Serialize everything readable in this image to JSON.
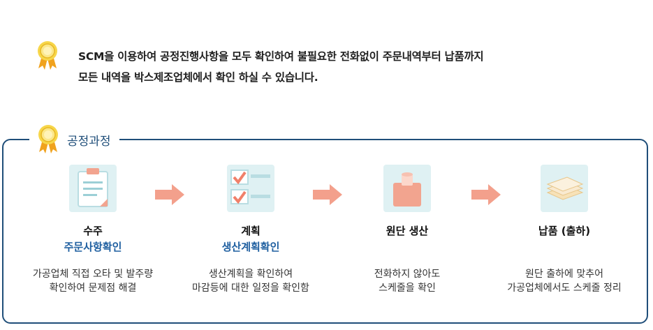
{
  "intro": {
    "line1": "SCM을 이용하여 공정진행사항을 모두 확인하여 불필요한 전화없이 주문내역부터  납품까지",
    "line2": "모든 내역을 박스제조업체에서 확인 하실 수 있습니다."
  },
  "section": {
    "title": "공정과정"
  },
  "steps": [
    {
      "title": "수주",
      "subtitle": "주문사항확인",
      "desc1": "가공업체 직접 오타 및 발주량",
      "desc2": "확인하여 문제점 해결",
      "icon": "clipboard-icon"
    },
    {
      "title": "계획",
      "subtitle": "생산계획확인",
      "desc1": "생산계획을 확인하여",
      "desc2": "마감등에 대한 일정을 확인함",
      "icon": "checklist-icon"
    },
    {
      "title": "원단 생산",
      "subtitle": "",
      "desc1": "전화하지 않아도",
      "desc2": "스케줄을 확인",
      "icon": "roll-icon"
    },
    {
      "title": "납품 (출하)",
      "subtitle": "",
      "desc1": "원단 출하에 맞추어",
      "desc2": "가공업체에서도 스케줄 정리",
      "icon": "stacked-sheets-icon"
    }
  ],
  "colors": {
    "frame": "#1f4e79",
    "subtitle": "#1f5fa0",
    "arrow": "#f3a08c",
    "icon_bg": "#dff1f3",
    "medal": "#f5cf3a"
  }
}
